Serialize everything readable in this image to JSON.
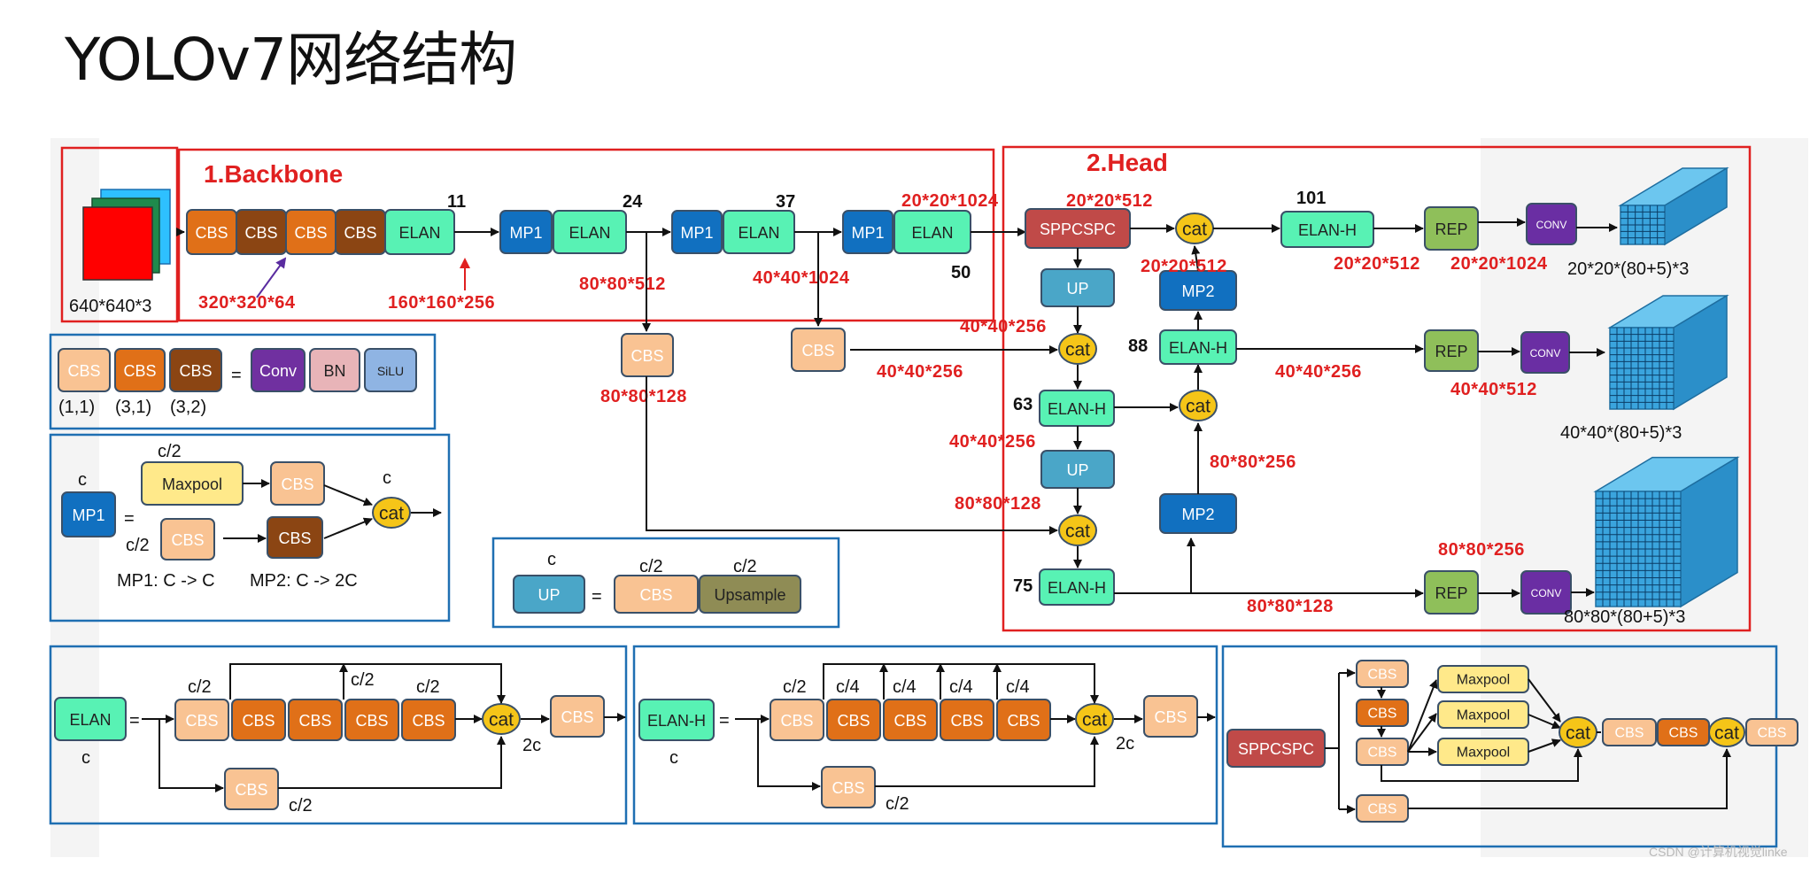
{
  "title": "YOLOv7网络结构",
  "sections": {
    "backbone": "1.Backbone",
    "head": "2.Head"
  },
  "input": {
    "size": "640*640*3"
  },
  "backbone": {
    "blocks": [
      "CBS",
      "CBS",
      "CBS",
      "CBS",
      "ELAN",
      "MP1",
      "ELAN",
      "MP1",
      "ELAN",
      "MP1",
      "ELAN"
    ],
    "layer_numbers": [
      "11",
      "24",
      "37",
      "50"
    ],
    "side_cbs": "CBS",
    "dims": [
      "320*320*64",
      "160*160*256",
      "80*80*512",
      "40*40*1024",
      "20*20*1024",
      "80*80*128",
      "40*40*256"
    ]
  },
  "head": {
    "sppcspc": "SPPCSPC",
    "up": "UP",
    "mp2": "MP2",
    "cat": "cat",
    "elan_h": "ELAN-H",
    "rep": "REP",
    "conv": "CONV",
    "layer_numbers": [
      "101",
      "88",
      "63",
      "75"
    ],
    "dims": [
      "20*20*512",
      "20*20*512",
      "20*20*512",
      "20*20*1024",
      "40*40*256",
      "40*40*256",
      "40*40*256",
      "40*40*512",
      "80*80*128",
      "80*80*256",
      "80*80*256",
      "80*80*128"
    ],
    "outputs": [
      "20*20*(80+5)*3",
      "40*40*(80+5)*3",
      "80*80*(80+5)*3"
    ]
  },
  "legend_cbs": {
    "cbs": "CBS",
    "equals": "=",
    "conv": "Conv",
    "bn": "BN",
    "silu": "SiLU",
    "params": [
      "(1,1)",
      "(3,1)",
      "(3,2)"
    ]
  },
  "legend_mp": {
    "mp1": "MP1",
    "equals": "=",
    "maxpool": "Maxpool",
    "cbs": "CBS",
    "cat": "cat",
    "c": "c",
    "c2": "c/2",
    "note1": "MP1: C -> C",
    "note2": "MP2: C -> 2C"
  },
  "legend_up": {
    "up": "UP",
    "equals": "=",
    "cbs": "CBS",
    "upsample": "Upsample",
    "c": "c",
    "c2": "c/2"
  },
  "legend_elan": {
    "elan": "ELAN",
    "equals": "=",
    "cbs": "CBS",
    "cat": "cat",
    "c": "c",
    "c2": "c/2",
    "two_c": "2c"
  },
  "legend_elanh": {
    "elanh": "ELAN-H",
    "equals": "=",
    "cbs": "CBS",
    "cat": "cat",
    "c": "c",
    "c2": "c/2",
    "c4": "c/4",
    "two_c": "2c"
  },
  "legend_spp": {
    "sppcspc": "SPPCSPC",
    "cbs": "CBS",
    "maxpool": "Maxpool",
    "cat": "cat"
  },
  "watermark": "CSDN @计算机视觉linke",
  "colors": {
    "cbs_light": "#f9c393",
    "cbs_mid": "#e07018",
    "cbs_dark": "#8b4513",
    "elan": "#58f2b4",
    "mp": "#1170c0",
    "sppcspc": "#c04a48",
    "up": "#4aa6c8",
    "rep": "#8fbf5a",
    "conv": "#6a2ea3",
    "cat": "#f5c518",
    "maxpool": "#ffe98a",
    "upsample": "#8f8c55",
    "conv_legend": "#7030a0",
    "bn": "#e8b4b8",
    "silu": "#8fb4e3",
    "red": "#e02020",
    "blue": "#1f6fb2"
  }
}
